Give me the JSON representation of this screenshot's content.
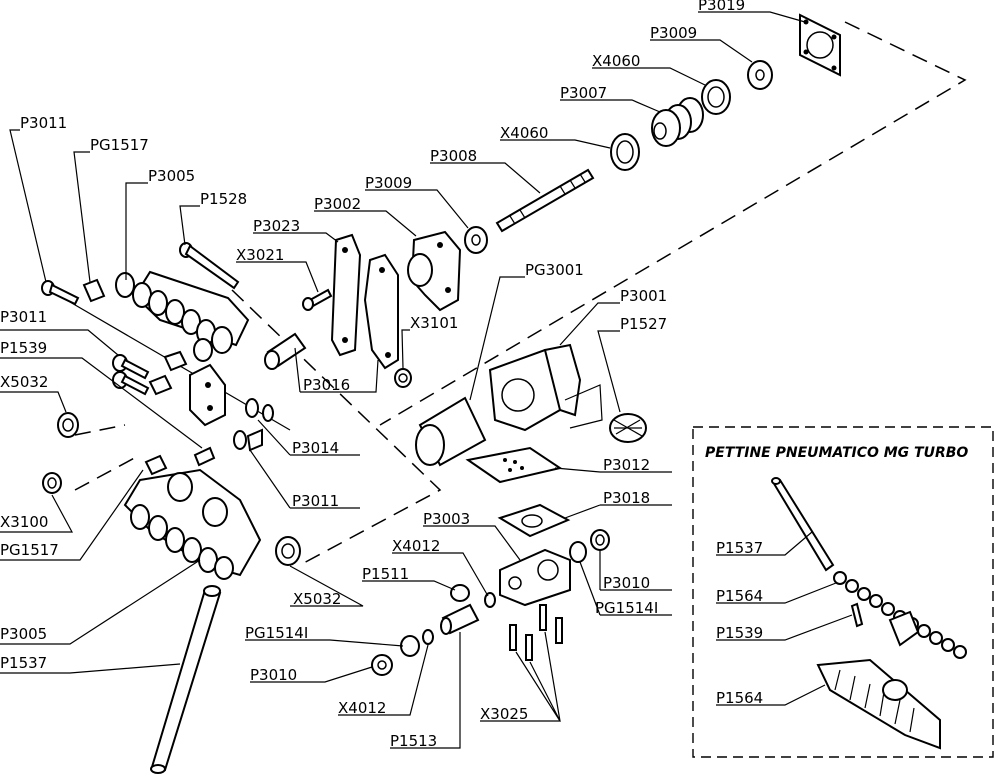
{
  "inset_title": "PETTINE PNEUMATICO MG TURBO",
  "labels": [
    "P3019",
    "P3009",
    "X4060",
    "P3007",
    "X4060",
    "P3008",
    "P3009",
    "P3002",
    "P3023",
    "X3021",
    "P1528",
    "P3005",
    "PG1517",
    "P3011",
    "P3011",
    "P1539",
    "X5032",
    "X3100",
    "PG1517",
    "P3005",
    "P1537",
    "PG3001",
    "P3001",
    "P1527",
    "X3101",
    "P3016",
    "P3014",
    "P3011",
    "P3012",
    "P3018",
    "P3003",
    "X4012",
    "P1511",
    "P3010",
    "PG1514I",
    "PG1514I",
    "P3010",
    "X4012",
    "P1513",
    "X3025",
    "X5032",
    "P1537",
    "P1564",
    "P1539",
    "P1564"
  ]
}
